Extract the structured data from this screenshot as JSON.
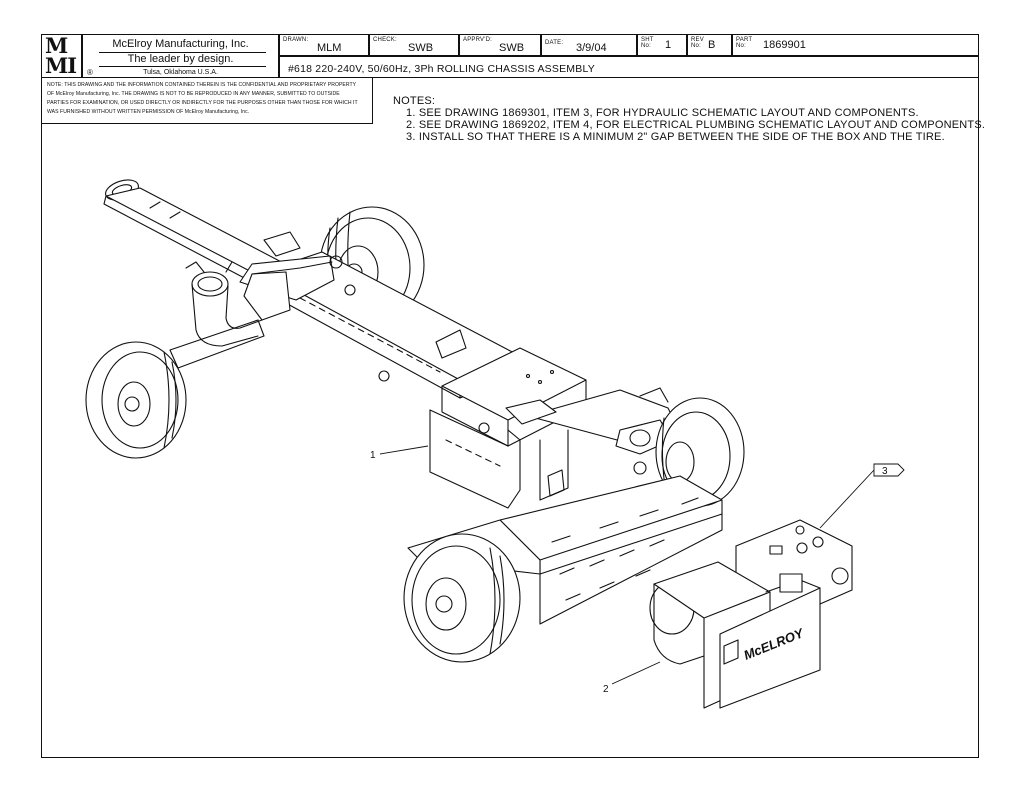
{
  "title_block": {
    "logo_text": "MMI",
    "company": "McElroy Manufacturing, Inc.",
    "tagline": "The leader by design.",
    "location": "Tulsa, Oklahoma U.S.A.",
    "registered_mark": "®",
    "drawn_label": "DRAWN:",
    "drawn_value": "MLM",
    "check_label": "CHECK:",
    "check_value": "SWB",
    "apprvd_label": "APPRV'D:",
    "apprvd_value": "SWB",
    "date_label": "DATE:",
    "date_value": "3/9/04",
    "sht_label": "SHT No:",
    "sht_value": "1",
    "rev_label": "REV No:",
    "rev_value": "B",
    "part_label": "PART No:",
    "part_value": "1869901",
    "title": "#618 220-240V, 50/60Hz, 3Ph ROLLING CHASSIS ASSEMBLY",
    "disclaimer": "NOTE: THIS DRAWING AND THE INFORMATION CONTAINED THEREIN IS THE CONFIDENTIAL AND PROPRIETARY PROPERTY OF McElroy Manufacturing, Inc. THE DRAWING IS NOT TO BE REPRODUCED IN ANY MANNER, SUBMITTED TO OUTSIDE PARTIES FOR EXAMINATION, OR USED DIRECTLY OR INDIRECTLY FOR THE PURPOSES OTHER THAN THOSE FOR WHICH IT WAS FURNISHED WITHOUT WRITTEN PERMISSION OF McElroy Manufacturing, Inc."
  },
  "notes": {
    "heading": "NOTES:",
    "items": [
      "1. SEE DRAWING 1869301, ITEM 3, FOR HYDRAULIC SCHEMATIC LAYOUT AND COMPONENTS.",
      "2. SEE DRAWING 1869202, ITEM 4, FOR ELECTRICAL PLUMBING SCHEMATIC LAYOUT AND COMPONENTS.",
      "3. INSTALL SO THAT THERE IS A MINIMUM 2\" GAP BETWEEN THE SIDE OF THE BOX AND THE TIRE."
    ]
  },
  "callouts": {
    "c1": "1",
    "c2": "2",
    "c3": "3"
  },
  "brand_plate": "McELROY"
}
